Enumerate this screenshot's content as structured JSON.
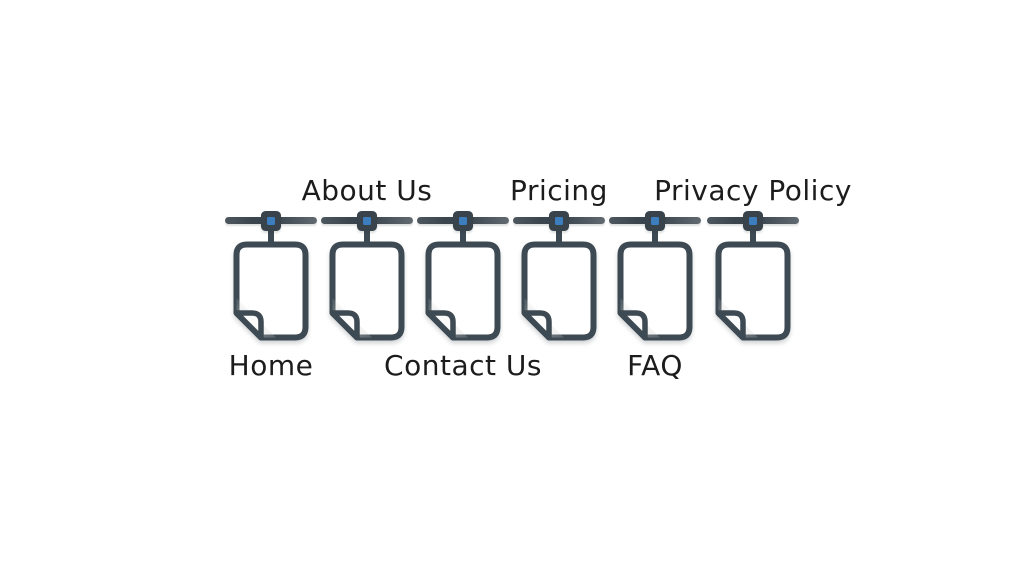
{
  "diagram": {
    "kind": "sitemap-pages-on-line",
    "page_count": 6
  },
  "colors": {
    "canvas_bg": "#ffffff",
    "outline": "#3e4a53",
    "clip_dark": "#39434c",
    "clip_blue": "#3d7ebf",
    "rope_light": "#626a71",
    "text": "#1c1c1c"
  },
  "pages": [
    {
      "label": "Home",
      "label_position": "bottom"
    },
    {
      "label": "About Us",
      "label_position": "top"
    },
    {
      "label": "Contact Us",
      "label_position": "bottom"
    },
    {
      "label": "Pricing",
      "label_position": "top"
    },
    {
      "label": "FAQ",
      "label_position": "bottom"
    },
    {
      "label": "Privacy Policy",
      "label_position": "top"
    }
  ]
}
